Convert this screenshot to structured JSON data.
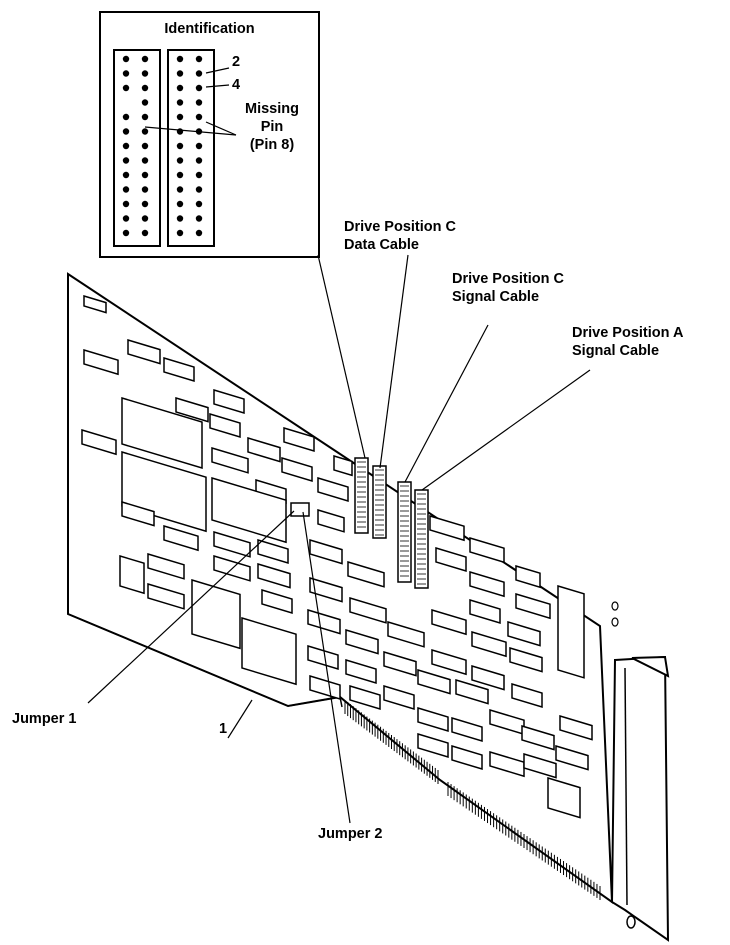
{
  "inset": {
    "title": "Identification",
    "pin_labels": {
      "pin2": "2",
      "pin4": "4"
    },
    "missing_pin_lines": [
      "Missing",
      "Pin",
      "(Pin 8)"
    ]
  },
  "callouts": {
    "drive_c_data": [
      "Drive Position C",
      "Data Cable"
    ],
    "drive_c_signal": [
      "Drive Position C",
      "Signal Cable"
    ],
    "drive_a_signal": [
      "Drive Position A",
      "Signal Cable"
    ],
    "jumper1": "Jumper 1",
    "board_ref": "1",
    "jumper2": "Jumper 2"
  }
}
